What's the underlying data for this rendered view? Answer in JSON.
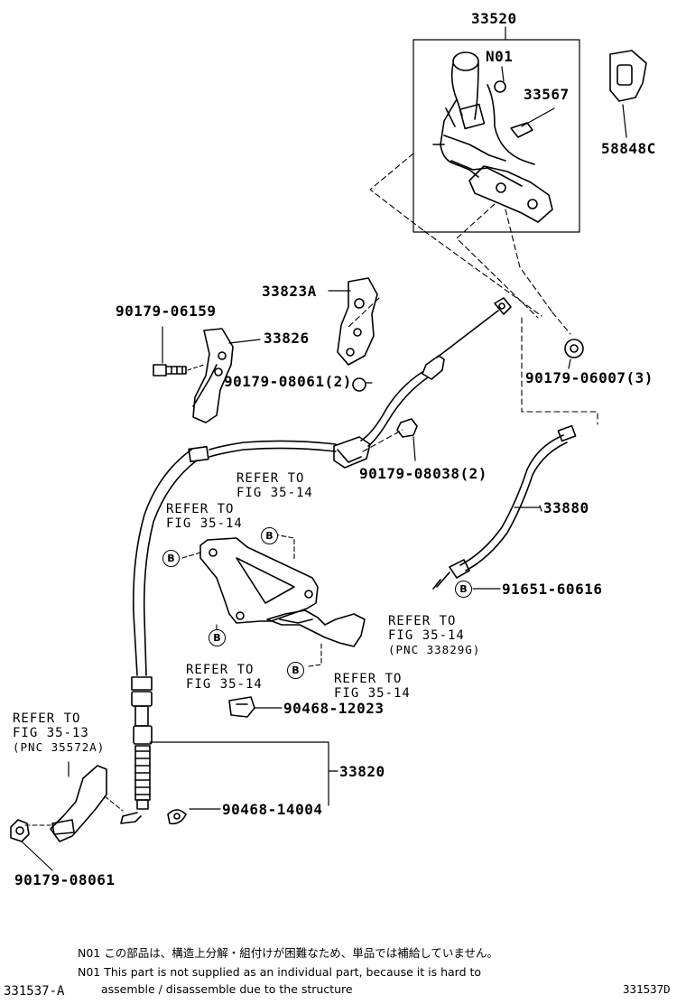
{
  "parts": {
    "p33520": "33520",
    "pN01": "N01",
    "p33567": "33567",
    "p58848C": "58848C",
    "p33823A": "33823A",
    "p90179_06159": "90179-06159",
    "p33826": "33826",
    "p90179_08061_2": "90179-08061(2)",
    "p90179_06007_3": "90179-06007(3)",
    "p90179_08038_2": "90179-08038(2)",
    "p33880": "33880",
    "p91651_60616": "91651-60616",
    "p90468_12023": "90468-12023",
    "p33820": "33820",
    "p90468_14004": "90468-14004",
    "p90179_08061": "90179-08061"
  },
  "refs": {
    "r1": {
      "line1": "REFER TO",
      "line2": "FIG 35-14"
    },
    "r2": {
      "line1": "REFER TO",
      "line2": "FIG 35-14"
    },
    "r3": {
      "line1": "REFER TO",
      "line2": "FIG 35-14",
      "line3": "(PNC 33829G)"
    },
    "r4": {
      "line1": "REFER TO",
      "line2": "FIG 35-14"
    },
    "r5": {
      "line1": "REFER TO",
      "line2": "FIG 35-14"
    },
    "r6": {
      "line1": "REFER TO",
      "line2": "FIG 35-13",
      "line3": "(PNC 35572A)"
    }
  },
  "marker": "B",
  "notes": {
    "jp": "N01 この部品は、構造上分解・組付けが困難なため、単品では補給していません。",
    "en1": "N01 This part is not supplied as an individual part, because it is hard to",
    "en2": "assemble / disassemble due to the structure"
  },
  "codes": {
    "left": "331537-A",
    "right": "331537D"
  }
}
